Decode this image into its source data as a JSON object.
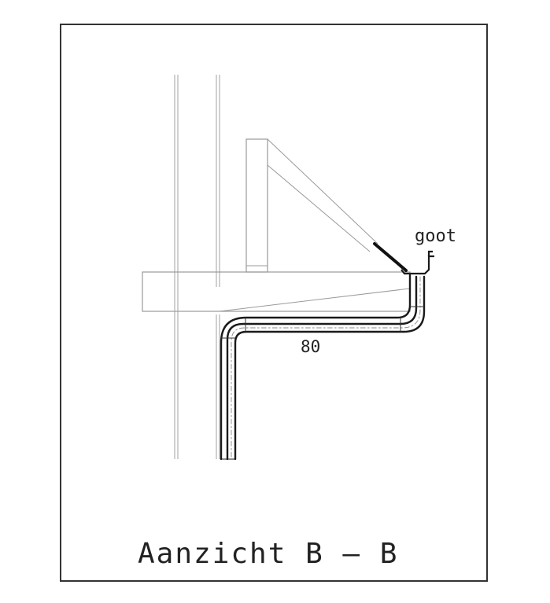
{
  "drawing": {
    "title": "Aanzicht B – B",
    "labels": {
      "gutter": "goot",
      "dimension": "80"
    },
    "colors": {
      "background": "#ffffff",
      "frame": "#333333",
      "thin_line": "#9a9a9a",
      "pipe": "#1a1a1a",
      "text": "#222222"
    }
  }
}
